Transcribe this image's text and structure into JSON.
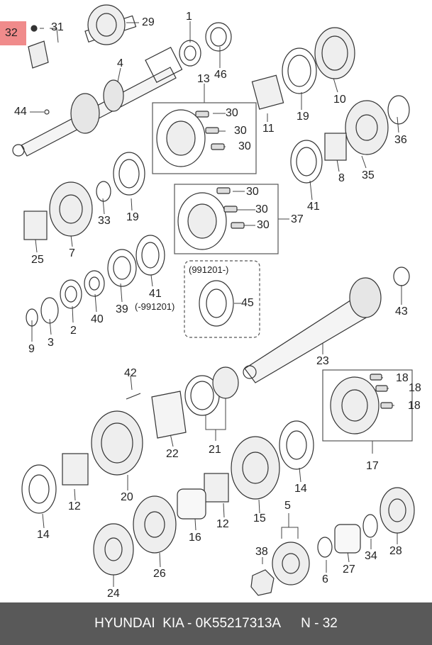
{
  "highlight_color": "#f08b8b",
  "footer": {
    "brand_part": "HYUNDAI  KIA - 0K55217313A",
    "ref": "N - 32"
  },
  "labels": {
    "l32": "32",
    "l31": "31",
    "l29": "29",
    "l1": "1",
    "l46": "46",
    "l4": "4",
    "l13": "13",
    "l44": "44",
    "l30a": "30",
    "l30b": "30",
    "l30c": "30",
    "l11": "11",
    "l19a": "19",
    "l10": "10",
    "l36": "36",
    "l35": "35",
    "l8": "8",
    "l41a": "41",
    "l33": "33",
    "l19b": "19",
    "l25": "25",
    "l7": "7",
    "l30d": "30",
    "l30e": "30",
    "l30f": "30",
    "l37": "37",
    "l9": "9",
    "l3": "3",
    "l2": "2",
    "l40": "40",
    "l39": "39",
    "l41b": "41",
    "note_before": "(-991201)",
    "note_after": "(991201-)",
    "l45": "45",
    "l43": "43",
    "l23": "23",
    "l42": "42",
    "l18a": "18",
    "l18b": "18",
    "l18c": "18",
    "l17": "17",
    "l22": "22",
    "l21": "21",
    "l20": "20",
    "l14a": "14",
    "l12a": "12",
    "l14b": "14",
    "l15": "15",
    "l12b": "12",
    "l16": "16",
    "l26": "26",
    "l5": "5",
    "l38": "38",
    "l6": "6",
    "l27": "27",
    "l34": "34",
    "l28": "28",
    "l24": "24"
  }
}
